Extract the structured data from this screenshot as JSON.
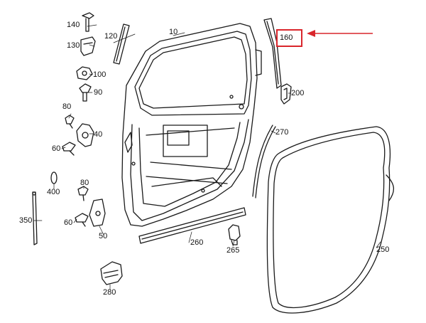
{
  "diagram": {
    "highlight_color": "#d9262c",
    "line_color": "#1a1a1a",
    "parts": [
      {
        "id": "p10",
        "label": "10"
      },
      {
        "id": "p40",
        "label": "40"
      },
      {
        "id": "p50",
        "label": "50"
      },
      {
        "id": "p60a",
        "label": "60"
      },
      {
        "id": "p60b",
        "label": "60"
      },
      {
        "id": "p80a",
        "label": "80"
      },
      {
        "id": "p80b",
        "label": "80"
      },
      {
        "id": "p90",
        "label": "90"
      },
      {
        "id": "p100",
        "label": "100"
      },
      {
        "id": "p120",
        "label": "120"
      },
      {
        "id": "p130",
        "label": "130"
      },
      {
        "id": "p140",
        "label": "140"
      },
      {
        "id": "p160",
        "label": "160"
      },
      {
        "id": "p200",
        "label": "200"
      },
      {
        "id": "p250",
        "label": "250"
      },
      {
        "id": "p260",
        "label": "260"
      },
      {
        "id": "p265",
        "label": "265"
      },
      {
        "id": "p270",
        "label": "270"
      },
      {
        "id": "p280",
        "label": "280"
      },
      {
        "id": "p350",
        "label": "350"
      },
      {
        "id": "p400",
        "label": "400"
      }
    ],
    "highlighted_part": "160"
  }
}
